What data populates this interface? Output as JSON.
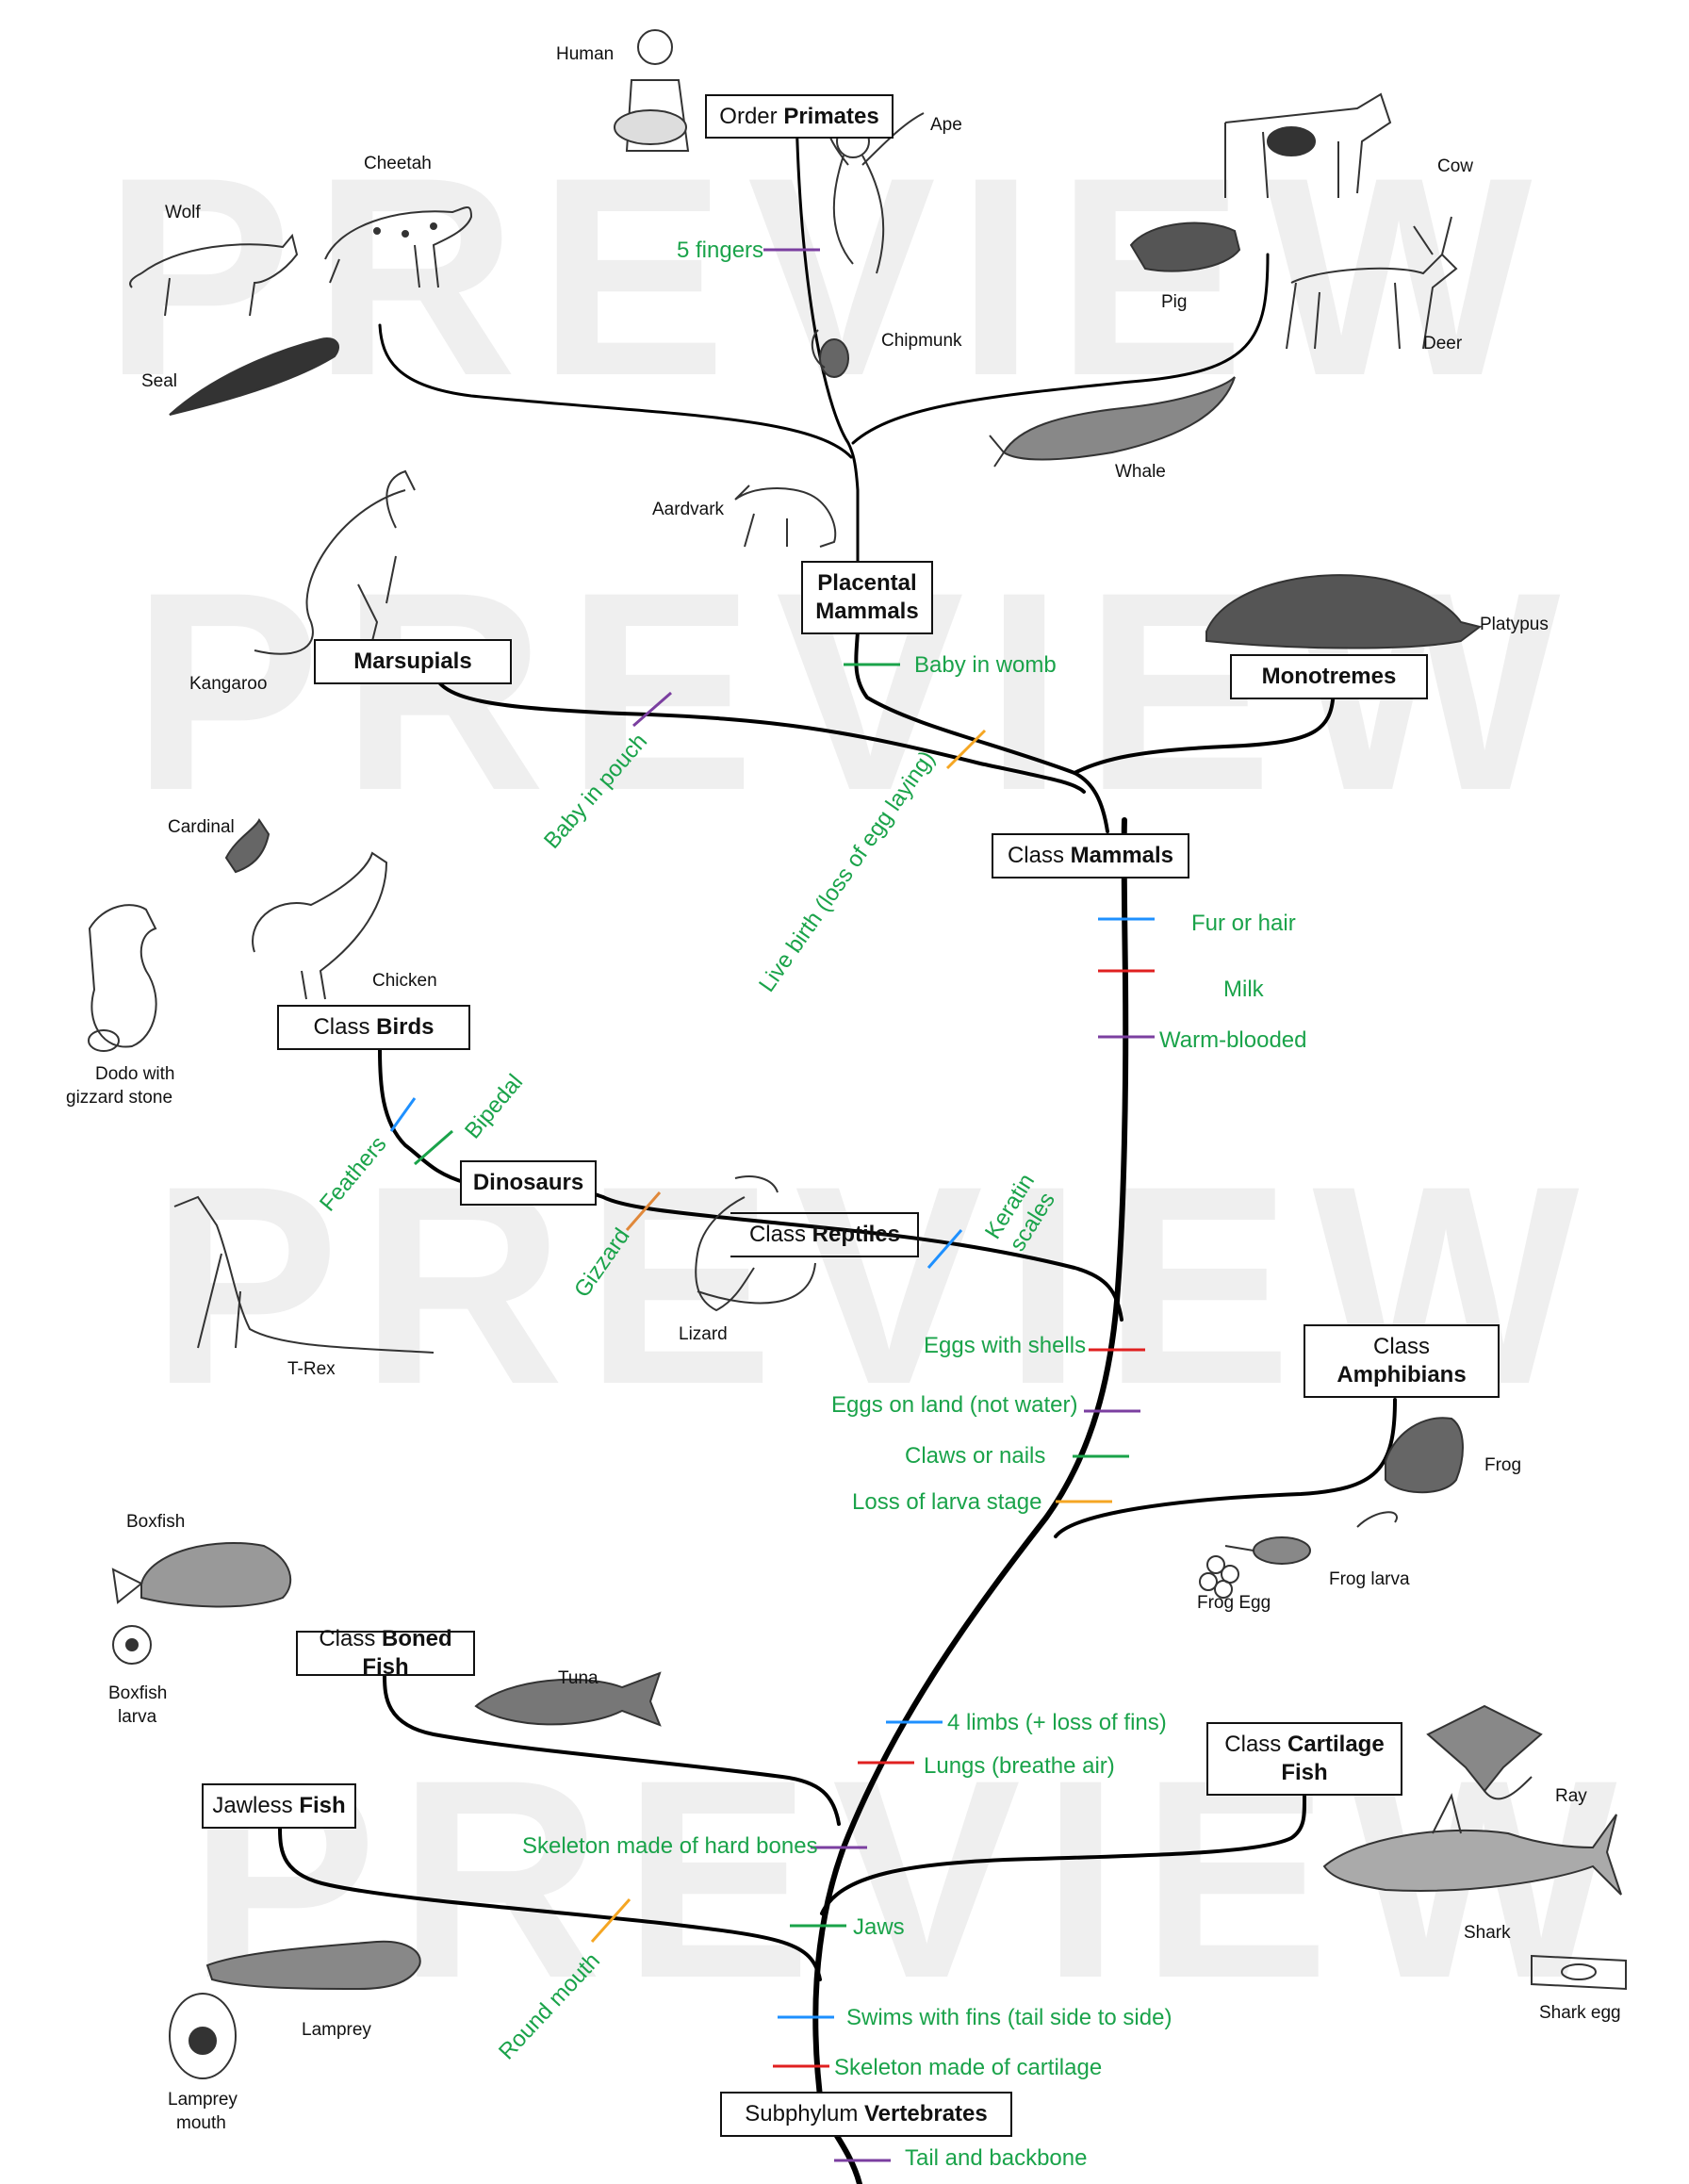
{
  "watermark": "PREVIEW",
  "colors": {
    "trait_text": "#1aa34a",
    "tree_line": "#000000",
    "tick_blue": "#1e90ff",
    "tick_red": "#e02020",
    "tick_purple": "#7b3fa0",
    "tick_green": "#1aa34a",
    "tick_orange": "#f5a623",
    "tick_brown": "#e0883a",
    "watermark": "#efefef"
  },
  "groups": {
    "primates": {
      "prefix": "Order ",
      "bold": "Primates"
    },
    "placental": {
      "bold1": "Placental",
      "bold2": "Mammals"
    },
    "marsupials": {
      "bold": "Marsupials"
    },
    "monotremes": {
      "bold": "Monotremes"
    },
    "mammals": {
      "prefix": "Class ",
      "bold": "Mammals"
    },
    "birds": {
      "prefix": "Class ",
      "bold": "Birds"
    },
    "dinosaurs": {
      "bold": "Dinosaurs"
    },
    "reptiles": {
      "prefix": "Class ",
      "bold": "Reptiles"
    },
    "amphibians": {
      "line1": "Class",
      "bold": "Amphibians"
    },
    "boned_fish": {
      "prefix": "Class ",
      "bold": "Boned Fish"
    },
    "cartilage_fish": {
      "prefix": "Class ",
      "bold1": "Cartilage",
      "bold2": "Fish"
    },
    "jawless_fish": {
      "prefix": "Jawless ",
      "bold": "Fish"
    },
    "vertebrates": {
      "prefix": "Subphylum ",
      "bold": "Vertebrates"
    }
  },
  "traits": {
    "five_fingers": "5 fingers",
    "baby_in_womb": "Baby in womb",
    "baby_in_pouch": "Baby in pouch",
    "live_birth": "Live birth (loss of egg laying)",
    "fur_or_hair": "Fur or hair",
    "milk": "Milk",
    "warm_blooded": "Warm-blooded",
    "feathers": "Feathers",
    "bipedal": "Bipedal",
    "gizzard": "Gizzard",
    "keratin_1": "Keratin",
    "keratin_2": "scales",
    "eggs_with_shells": "Eggs with shells",
    "eggs_on_land": "Eggs on land (not water)",
    "claws": "Claws or nails",
    "loss_of_larva": "Loss of larva stage",
    "four_limbs": "4 limbs (+ loss of fins)",
    "lungs": "Lungs (breathe air)",
    "hard_bones": "Skeleton made of hard bones",
    "jaws": "Jaws",
    "round_mouth": "Round mouth",
    "swims_with_fins": "Swims with fins (tail side to side)",
    "cartilage": "Skeleton made of cartilage",
    "tail_backbone": "Tail and backbone"
  },
  "animals": {
    "human": "Human",
    "ape": "Ape",
    "cheetah": "Cheetah",
    "wolf": "Wolf",
    "seal": "Seal",
    "cow": "Cow",
    "pig": "Pig",
    "deer": "Deer",
    "chipmunk": "Chipmunk",
    "whale": "Whale",
    "aardvark": "Aardvark",
    "kangaroo": "Kangaroo",
    "platypus": "Platypus",
    "cardinal": "Cardinal",
    "chicken": "Chicken",
    "dodo_1": "Dodo with",
    "dodo_2": "gizzard stone",
    "trex": "T-Rex",
    "lizard": "Lizard",
    "frog": "Frog",
    "frog_larva": "Frog larva",
    "frog_egg": "Frog Egg",
    "boxfish": "Boxfish",
    "boxfish_larva_1": "Boxfish",
    "boxfish_larva_2": "larva",
    "tuna": "Tuna",
    "ray": "Ray",
    "shark": "Shark",
    "shark_egg": "Shark egg",
    "lamprey": "Lamprey",
    "lamprey_mouth_1": "Lamprey",
    "lamprey_mouth_2": "mouth"
  }
}
